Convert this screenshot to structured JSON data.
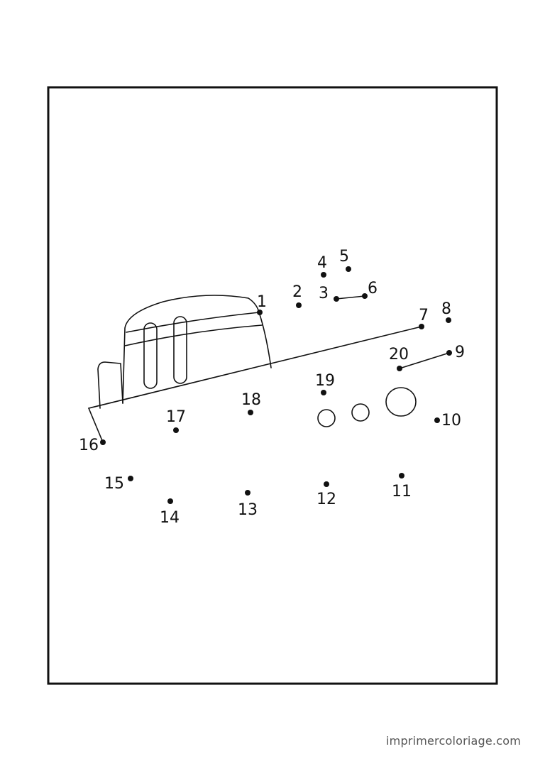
{
  "colors": {
    "ink": "#111111",
    "footer": "#555555",
    "background": "#ffffff"
  },
  "dots": [
    {
      "label": "1"
    },
    {
      "label": "2"
    },
    {
      "label": "3"
    },
    {
      "label": "4"
    },
    {
      "label": "5"
    },
    {
      "label": "6"
    },
    {
      "label": "7"
    },
    {
      "label": "8"
    },
    {
      "label": "9"
    },
    {
      "label": "10"
    },
    {
      "label": "11"
    },
    {
      "label": "12"
    },
    {
      "label": "13"
    },
    {
      "label": "14"
    },
    {
      "label": "15"
    },
    {
      "label": "16"
    },
    {
      "label": "17"
    },
    {
      "label": "18"
    },
    {
      "label": "19"
    },
    {
      "label": "20"
    }
  ],
  "footer": {
    "site": "imprimercoloriage.com"
  }
}
